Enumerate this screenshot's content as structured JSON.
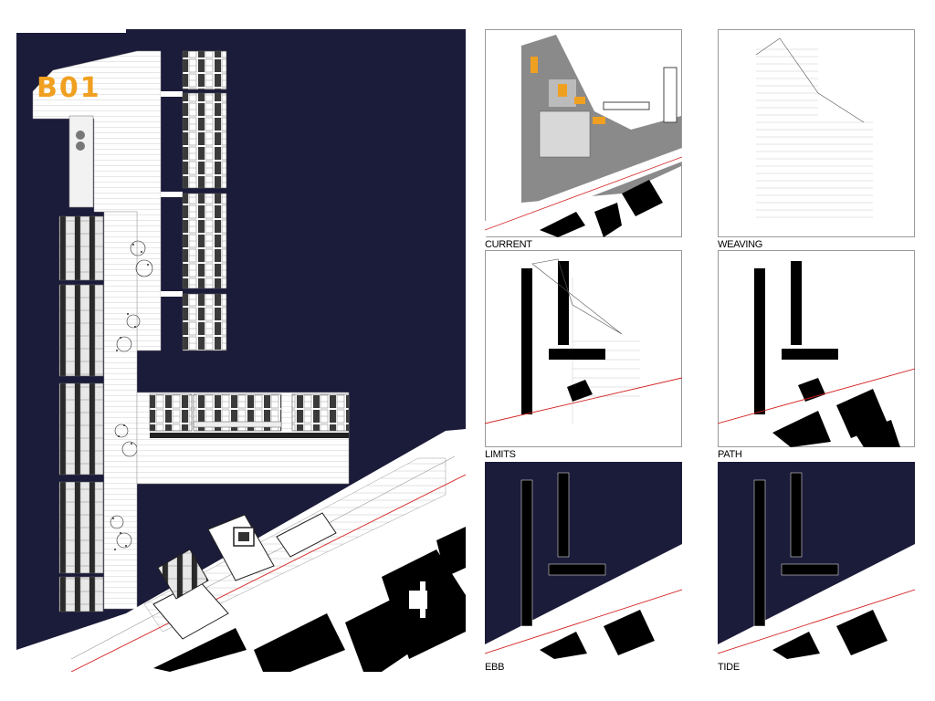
{
  "board": {
    "title": "B01",
    "colors": {
      "background": "#1b1b3a",
      "accent": "#f0a020",
      "line_red": "#d42020",
      "ink": "#000000",
      "paper": "#ffffff",
      "aerial": "#8a8a8a"
    }
  },
  "panels": [
    {
      "id": "current",
      "caption": "CURRENT"
    },
    {
      "id": "weaving",
      "caption": "WEAVING"
    },
    {
      "id": "limits",
      "caption": "LIMITS"
    },
    {
      "id": "path",
      "caption": "PATH"
    },
    {
      "id": "ebb",
      "caption": "EBB"
    },
    {
      "id": "tide",
      "caption": "TIDE"
    }
  ]
}
